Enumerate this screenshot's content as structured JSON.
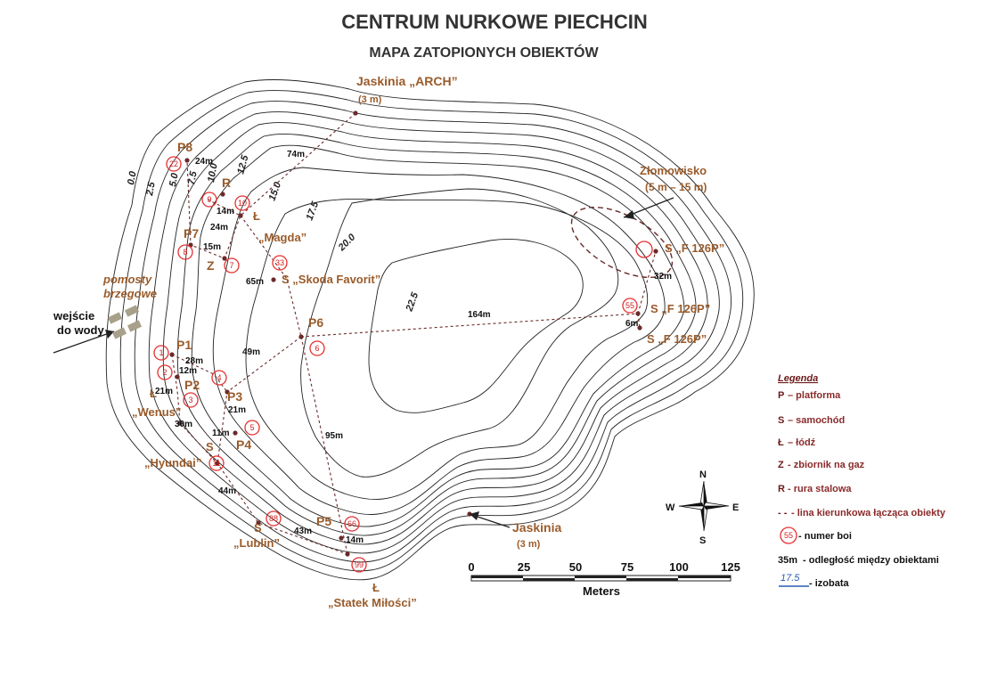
{
  "title": "CENTRUM NURKOWE PIECHCIN",
  "subtitle": "MAPA ZATOPIONYCH OBIEKTÓW",
  "labels": {
    "jaskinia_arch": "Jaskinia „ARCH”",
    "jaskinia_arch_depth": "(3 m)",
    "jaskinia_south": "Jaskinia",
    "jaskinia_south_depth": "(3 m)",
    "zlomowisko": "Złomowisko",
    "zlomowisko_depth": "(5 m – 15 m)",
    "pomosty": "pomosty",
    "brzegowe": "brzegowe",
    "wejscie": "wejście",
    "do_wody": "do wody",
    "statek": "„Statek Miłości”",
    "lublin": "„Lublin”",
    "hyundai": "„Hyundai”",
    "wenus": "„Wenus”",
    "magda": "„Magda”",
    "skoda": "S „Skoda Favorit”",
    "f126_1": "S „F 126P”",
    "f126_2": "S „F 126P”",
    "f126_3": "S „F 126P”"
  },
  "points": {
    "P8": "P8",
    "P7": "P7",
    "P6": "P6",
    "P5": "P5",
    "P4": "P4",
    "P3": "P3",
    "P2": "P2",
    "P1": "P1",
    "R": "R",
    "Z": "Z",
    "L1": "Ł",
    "L2": "Ł",
    "L3": "Ł",
    "S1": "S",
    "S2": "S"
  },
  "isobaths": [
    "0.0",
    "2.5",
    "5.0",
    "7.5",
    "10.0",
    "12.5",
    "15.0",
    "17.5",
    "20.0",
    "22.5"
  ],
  "distances": [
    "74m",
    "24m",
    "14m",
    "24m",
    "15m",
    "65m",
    "49m",
    "164m",
    "6m",
    "32m",
    "28m",
    "12m",
    "21m",
    "21m",
    "30m",
    "11m",
    "95m",
    "44m",
    "43m",
    "14m"
  ],
  "buoys": [
    "22",
    "9",
    "10",
    "8",
    "7",
    "33",
    "6",
    "55",
    "1",
    "2",
    "3",
    "4",
    "5",
    "11",
    "88",
    "66",
    "99"
  ],
  "scale": {
    "ticks": [
      "0",
      "25",
      "50",
      "75",
      "100",
      "125"
    ],
    "unit": "Meters"
  },
  "compass": {
    "n": "N",
    "s": "S",
    "e": "E",
    "w": "W"
  },
  "legend": {
    "title": "Legenda",
    "items": [
      {
        "key": "P",
        "text": " – platforma"
      },
      {
        "key": "S",
        "text": " – samochód"
      },
      {
        "key": "Ł",
        "text": " – łódź"
      },
      {
        "key": "Z",
        "text": " - zbiornik na gaz"
      },
      {
        "key": "R",
        "text": " - rura stalowa"
      },
      {
        "key": "- -",
        "text": " - lina kierunkowa łącząca obiekty"
      },
      {
        "key": "55",
        "text": " - numer boi"
      },
      {
        "key": "35m",
        "text": " - odległość między obiektami"
      },
      {
        "key": "17.5",
        "text": " - izobata"
      }
    ]
  },
  "colors": {
    "label_brown": "#9a5b2a",
    "buoy_red": "#e53030",
    "rope": "#6b2a2a",
    "isobath_line": "#2a5bb0"
  }
}
